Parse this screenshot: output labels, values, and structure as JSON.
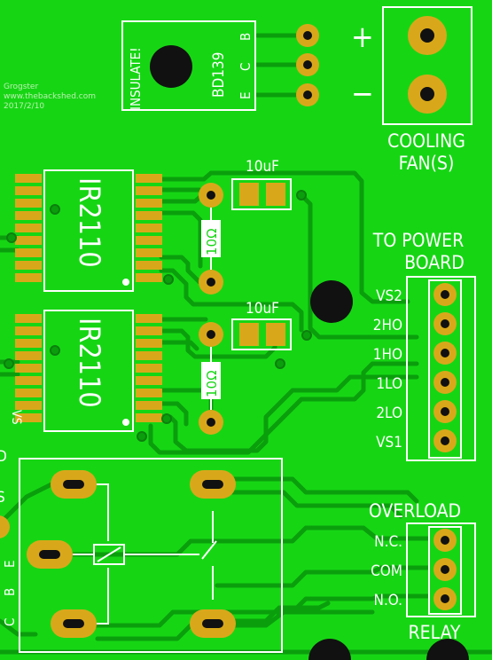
{
  "watermark": {
    "author": "Grogster",
    "site": "www.thebackshed.com",
    "date": "2017/2/10"
  },
  "transistor": {
    "warning": "INSULATE!",
    "part": "BD139",
    "pins": [
      "E",
      "C",
      "B"
    ]
  },
  "fan": {
    "plus": "+",
    "minus": "−",
    "label_line1": "COOLING",
    "label_line2": "FAN(S)"
  },
  "driver_chips": [
    "IR2110",
    "IR2110"
  ],
  "capacitors": [
    "10uF",
    "10uF"
  ],
  "resistors": [
    "10Ω",
    "10Ω"
  ],
  "power_header": {
    "title_line1": "TO POWER",
    "title_line2": "BOARD",
    "pins": [
      "VS2",
      "2HO",
      "1HO",
      "1LO",
      "2LO",
      "VS1"
    ]
  },
  "relay_header": {
    "title_top": "OVERLOAD",
    "title_bottom": "RELAY",
    "pins": [
      "N.C.",
      "COM",
      "N.O."
    ]
  },
  "edge_labels": {
    "left_column": [
      "E",
      "B",
      "C"
    ],
    "left_top": [
      "D",
      "S"
    ],
    "left_mid": "VS"
  }
}
